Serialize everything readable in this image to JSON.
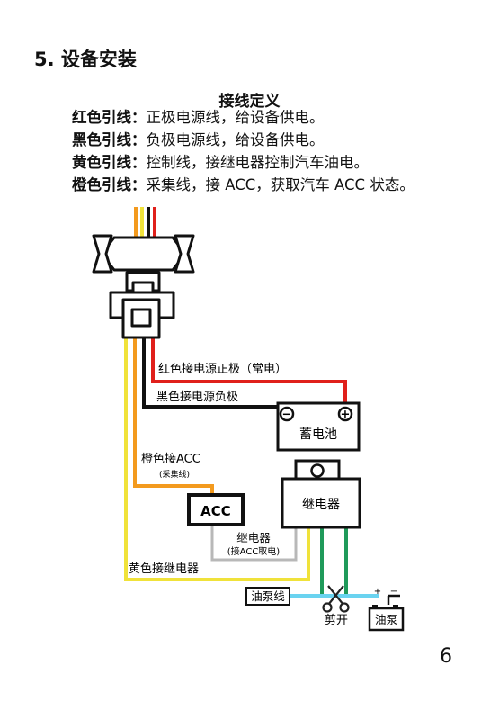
{
  "section": {
    "title": "5. 设备安装"
  },
  "wire_definitions": {
    "title": "接线定义",
    "lines": [
      {
        "label": "红色引线",
        "sep": "：",
        "text": "正极电源线，给设备供电。"
      },
      {
        "label": "黑色引线",
        "sep": "：",
        "text": "负极电源线，给设备供电。"
      },
      {
        "label": "黄色引线",
        "sep": "：",
        "text": "控制线，接继电器控制汽车油电。"
      },
      {
        "label": "橙色引线",
        "sep": "：",
        "text": "采集线，接 ACC，获取汽车 ACC 状态。"
      }
    ]
  },
  "diagram": {
    "wire_labels": {
      "red": "红色接电源正极（常电）",
      "black": "黑色接电源负极",
      "orange": "橙色接ACC",
      "orange_sub": "(采集线)",
      "yellow": "黄色接继电器",
      "relay_to_acc": "继电器",
      "relay_to_acc_sub": "(接ACC取电)"
    },
    "battery": {
      "label": "蓄电池",
      "minus": "−",
      "plus": "+"
    },
    "relay": {
      "label": "继电器"
    },
    "acc": {
      "label": "ACC"
    },
    "fuel_line": {
      "label": "油泵线"
    },
    "cut": {
      "label": "剪开"
    },
    "fuel_pump": {
      "label": "油泵",
      "plus": "+",
      "minus": "−"
    },
    "colors": {
      "red": "#e0201b",
      "black": "#111111",
      "orange": "#f39a1e",
      "yellow": "#f0e23a",
      "green": "#1f9a5a",
      "blue": "#6ad3f0",
      "gray": "#b8b8b8"
    }
  },
  "page": {
    "number": "6"
  }
}
